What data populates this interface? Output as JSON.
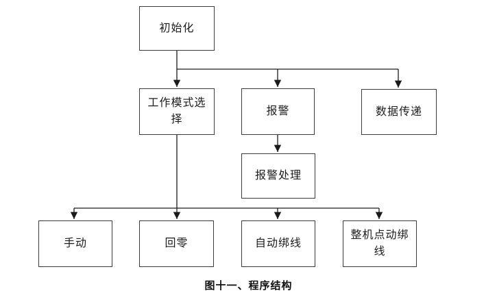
{
  "diagram": {
    "caption": "图十一、程序结构",
    "nodes": {
      "init": {
        "label": "初始化"
      },
      "work_mode": {
        "label": "工作模式选择"
      },
      "alarm": {
        "label": "报警"
      },
      "data_transfer": {
        "label": "数据传递"
      },
      "alarm_handle": {
        "label": "报警处理"
      },
      "manual": {
        "label": "手动"
      },
      "return_zero": {
        "label": "回零"
      },
      "auto_bind": {
        "label": "自动绑线"
      },
      "jog_bind": {
        "label": "整机点动绑线"
      }
    },
    "edges": [
      {
        "from": "init",
        "to": "work_mode"
      },
      {
        "from": "init",
        "to": "alarm"
      },
      {
        "from": "init",
        "to": "data_transfer"
      },
      {
        "from": "alarm",
        "to": "alarm_handle"
      },
      {
        "from": "work_mode",
        "to": "manual"
      },
      {
        "from": "work_mode",
        "to": "return_zero"
      },
      {
        "from": "work_mode",
        "to": "auto_bind"
      },
      {
        "from": "work_mode",
        "to": "jog_bind"
      }
    ],
    "colors": {
      "background": "#ffffff",
      "box_border": "#3a3a3a",
      "box_fill": "#ffffff",
      "line": "#1a1a1a",
      "text": "#1c1c1c"
    }
  }
}
